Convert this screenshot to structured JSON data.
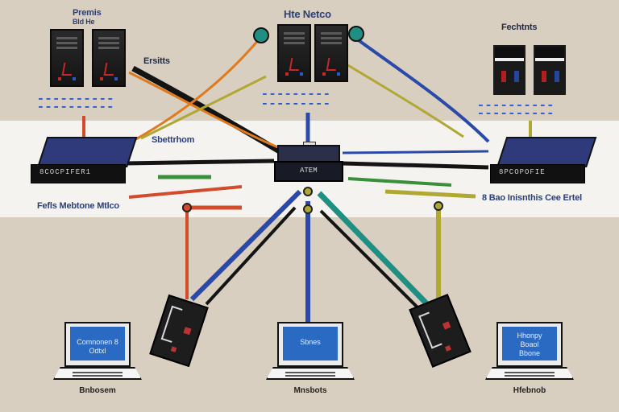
{
  "labels": {
    "top_left": "Premis",
    "top_left_sub": "Bld He",
    "top_center": "Hte Netco",
    "top_right": "Fechtnts",
    "mid_left_side": "Ersitts",
    "switch_label": "Sbettrhom",
    "left_band": "Fefls Mebtone Mtlco",
    "right_band": "8 Bao Inisnthis Cee Ertel",
    "switch_left_front": "8COCPIFER1",
    "switch_right_front": "8PCOPOFIE",
    "hub_front": "ATEM"
  },
  "laptops": [
    {
      "screen": "Comnonen 8\nOdtxl",
      "caption": "Bnbosem"
    },
    {
      "screen": "Sbnes",
      "caption": "Mnsbots"
    },
    {
      "screen": "Hhonpy\nBoaol\nBbone",
      "caption": "Hfebnob"
    }
  ],
  "colors": {
    "band": "#f4f3ef",
    "background": "#d8cfc0",
    "switch_blue": "#2e3a7a",
    "cable_orange": "#e07a1e",
    "cable_black": "#141414",
    "cable_blue": "#2b49a8",
    "cable_olive": "#b0a832",
    "cable_teal": "#1f8f84",
    "cable_red": "#d24b2a",
    "cable_green": "#3a8f3a"
  },
  "icons": [
    "server-tower-icon",
    "rack-server-icon",
    "network-switch-icon",
    "hub-icon",
    "laptop-icon",
    "adapter-icon",
    "connector-node-icon"
  ]
}
